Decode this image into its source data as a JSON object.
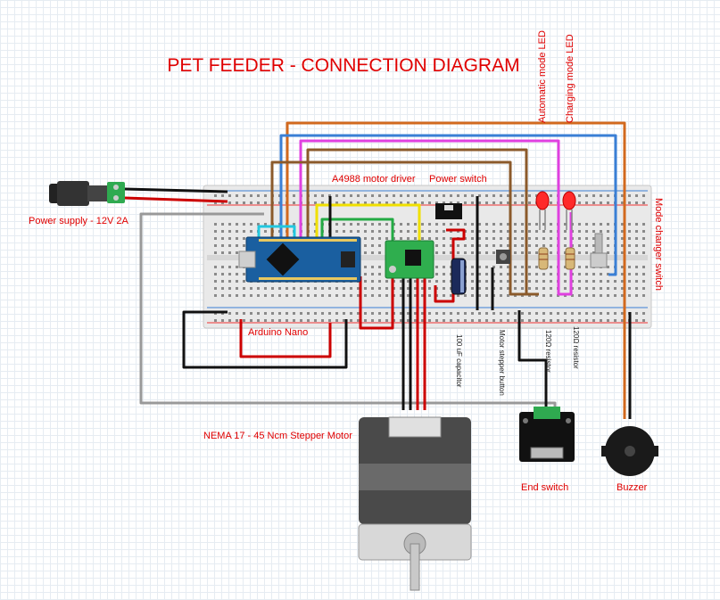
{
  "title": "PET FEEDER - CONNECTION DIAGRAM",
  "colors": {
    "label_red": "#e00000",
    "wire_orange": "#d2691e",
    "wire_blue": "#3a7fd5",
    "wire_magenta": "#e040e0",
    "wire_brown": "#8b5a2b",
    "wire_red": "#cc0000",
    "wire_black": "#111111",
    "wire_yellow": "#f0e000",
    "wire_green": "#22aa44",
    "wire_cyan": "#22c8e0",
    "wire_gray": "#999999",
    "board_blue": "#1a5fa0",
    "driver_green": "#2fae4e",
    "led_red": "#ff2a2a"
  },
  "labels": {
    "power_supply": "Power supply - 12V 2A",
    "a4988": "A4988 motor driver",
    "power_switch": "Power switch",
    "automatic_led": "Automatic mode LED",
    "charging_led": "Charging mode LED",
    "mode_changer": "Mode changer switch",
    "arduino_nano": "Arduino Nano",
    "capacitor": "100 uF capacitor",
    "stepper_button": "Motor stepper button",
    "resistor1": "120Ω resistor",
    "resistor2": "120Ω resistor",
    "motor": "NEMA 17 - 45 Ncm Stepper Motor",
    "end_switch": "End switch",
    "buzzer": "Buzzer"
  },
  "components": [
    {
      "name": "power-supply-jack",
      "icon": "dc-barrel-jack"
    },
    {
      "name": "breadboard",
      "icon": "breadboard"
    },
    {
      "name": "arduino-nano",
      "icon": "microcontroller-board"
    },
    {
      "name": "a4988-driver",
      "icon": "stepper-driver-board"
    },
    {
      "name": "power-switch",
      "icon": "slide-switch"
    },
    {
      "name": "capacitor",
      "icon": "electrolytic-capacitor"
    },
    {
      "name": "stepper-button",
      "icon": "push-button"
    },
    {
      "name": "automatic-led",
      "icon": "red-led"
    },
    {
      "name": "charging-led",
      "icon": "red-led"
    },
    {
      "name": "mode-changer-switch",
      "icon": "toggle-switch"
    },
    {
      "name": "stepper-motor",
      "icon": "nema17-motor"
    },
    {
      "name": "end-switch",
      "icon": "limit-switch-module"
    },
    {
      "name": "buzzer",
      "icon": "piezo-buzzer"
    }
  ]
}
